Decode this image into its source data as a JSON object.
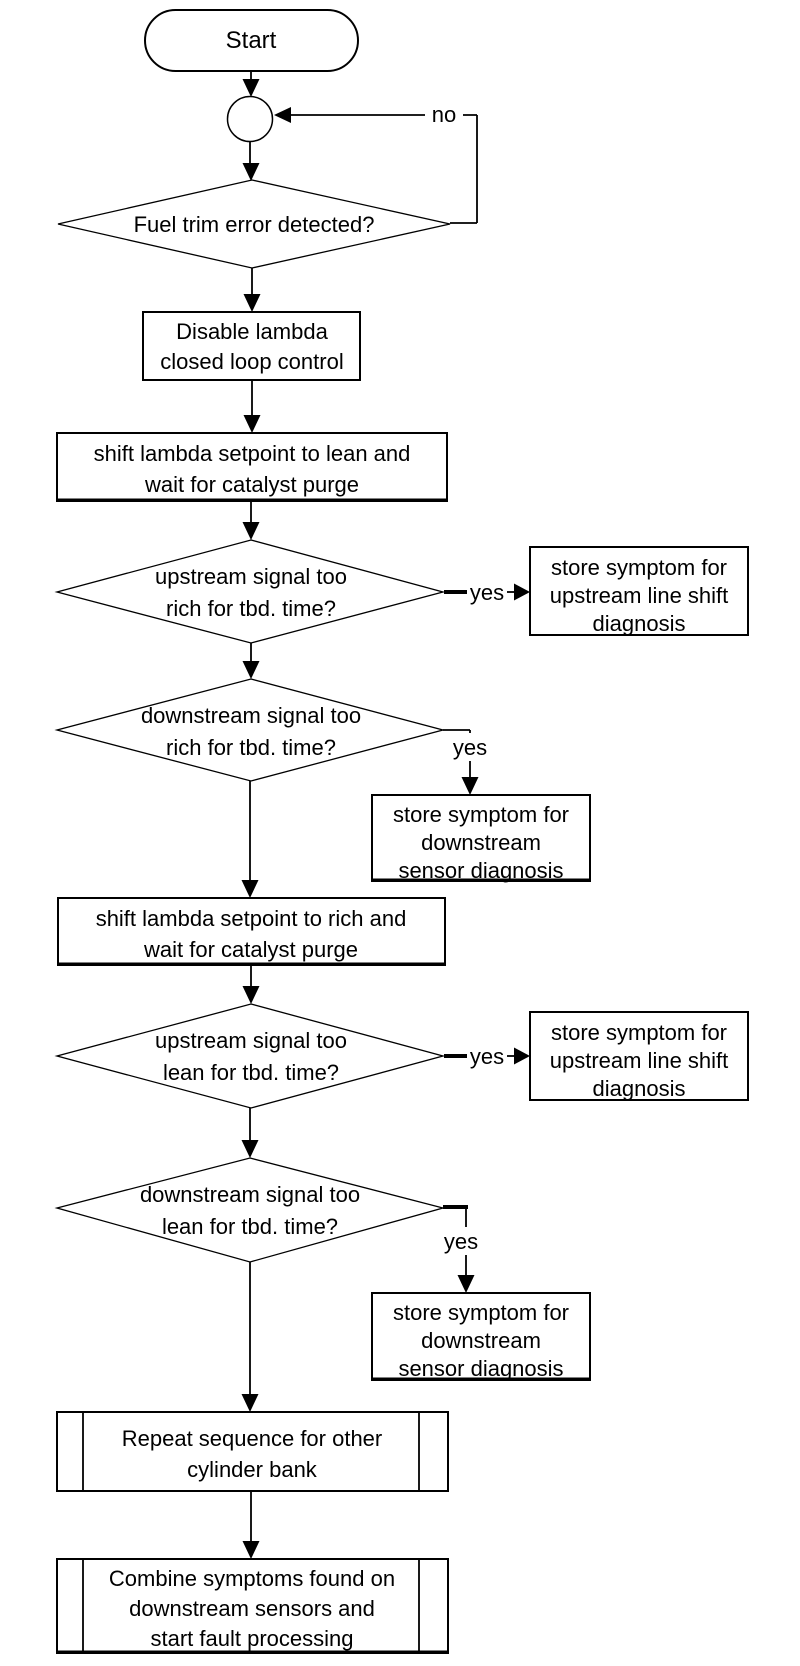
{
  "diagram": {
    "type": "flowchart",
    "colors": {
      "stroke": "#000000",
      "fill": "#ffffff",
      "background": "#ffffff",
      "text": "#000000"
    },
    "nodes": {
      "start": {
        "type": "terminator",
        "label": "Start"
      },
      "loop_junction": {
        "type": "connector-circle"
      },
      "decision_fuel_trim": {
        "type": "decision",
        "lines": [
          "Fuel trim error detected?"
        ]
      },
      "process_disable_lambda": {
        "type": "process",
        "lines": [
          "Disable lambda",
          "closed loop control"
        ]
      },
      "process_shift_lean": {
        "type": "process",
        "lines": [
          "shift lambda setpoint to lean and",
          "wait for catalyst purge"
        ]
      },
      "decision_upstream_rich": {
        "type": "decision",
        "lines": [
          "upstream signal too",
          "rich for tbd. time?"
        ]
      },
      "store_upstream_shift_1": {
        "type": "process",
        "lines": [
          "store symptom for",
          "upstream line shift",
          "diagnosis"
        ]
      },
      "decision_downstream_rich": {
        "type": "decision",
        "lines": [
          "downstream signal too",
          "rich for tbd. time?"
        ]
      },
      "store_downstream_sensor_1": {
        "type": "process",
        "lines": [
          "store symptom for",
          "downstream",
          "sensor diagnosis"
        ]
      },
      "process_shift_rich": {
        "type": "process",
        "lines": [
          "shift lambda setpoint to rich and",
          "wait for catalyst purge"
        ]
      },
      "decision_upstream_lean": {
        "type": "decision",
        "lines": [
          "upstream signal too",
          "lean for tbd. time?"
        ]
      },
      "store_upstream_shift_2": {
        "type": "process",
        "lines": [
          "store symptom for",
          "upstream line shift",
          "diagnosis"
        ]
      },
      "decision_downstream_lean": {
        "type": "decision",
        "lines": [
          "downstream signal too",
          "lean for tbd. time?"
        ]
      },
      "store_downstream_sensor_2": {
        "type": "process",
        "lines": [
          "store symptom for",
          "downstream",
          "sensor diagnosis"
        ]
      },
      "predefined_repeat_sequence": {
        "type": "predefined-process",
        "lines": [
          "Repeat sequence for other",
          "cylinder bank"
        ]
      },
      "predefined_combine_symptoms": {
        "type": "predefined-process",
        "lines": [
          "Combine symptoms found on",
          "downstream sensors and",
          "start fault processing"
        ]
      }
    },
    "edge_labels": {
      "no_fuel_trim": "no",
      "yes_upstream_rich": "yes",
      "yes_downstream_rich": "yes",
      "yes_upstream_lean": "yes",
      "yes_downstream_lean": "yes"
    }
  }
}
